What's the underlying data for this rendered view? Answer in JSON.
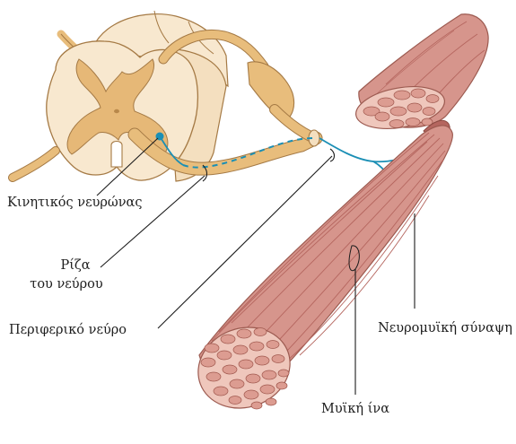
{
  "labels": {
    "motor_neuron": "Κινητικός νευρώνας",
    "nerve_root_line1": "Ρίζα",
    "nerve_root_line2": "του νεύρου",
    "peripheral_nerve": "Περιφερικό νεύρο",
    "neuromuscular_junction": "Νευρομυϊκή σύναψη",
    "muscle_fiber": "Μυϊκή ίνα"
  },
  "colors": {
    "white_matter": "#f8e8cf",
    "gray_matter": "#e6b877",
    "nerve": "#e8bd7c",
    "outline": "#a57a45",
    "muscle": "#d6958c",
    "muscle_dark": "#b5665f",
    "muscle_light": "#efc7bc",
    "axon": "#1b8fb5"
  }
}
